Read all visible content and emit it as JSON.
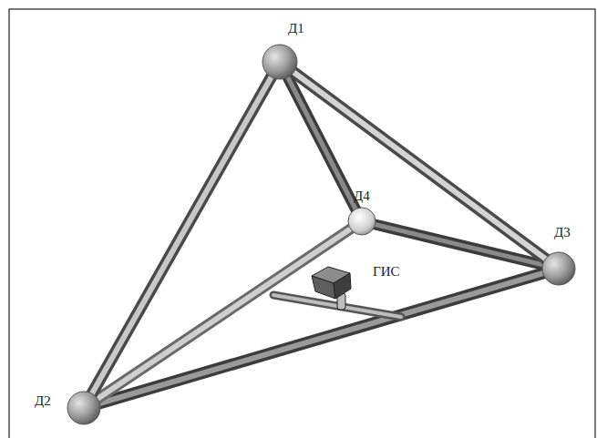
{
  "diagram": {
    "labels": [
      "Д1",
      "Д2",
      "Д3",
      "Д4",
      "ГИС"
    ]
  }
}
